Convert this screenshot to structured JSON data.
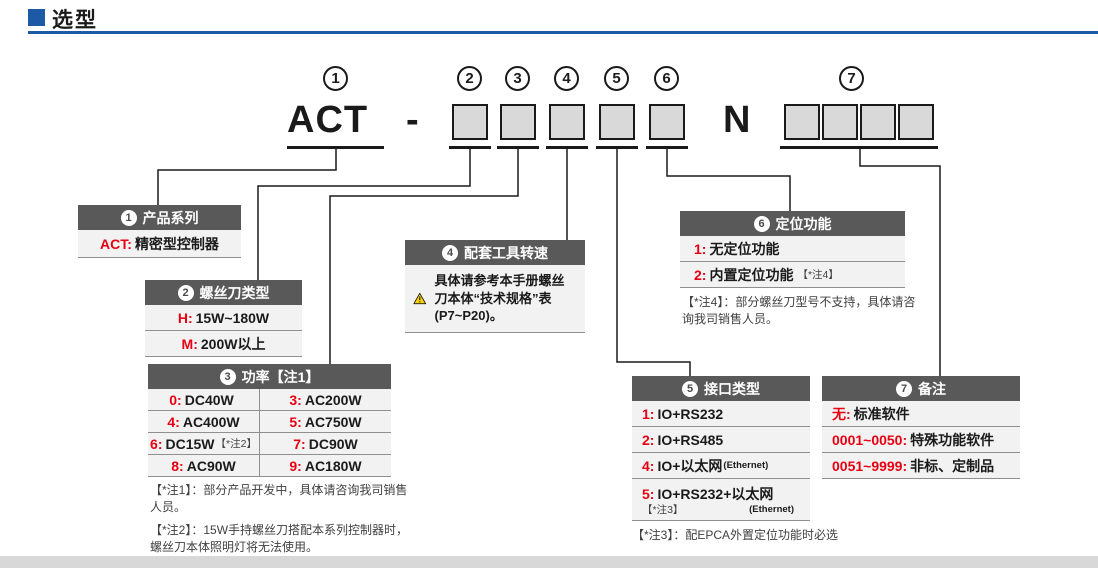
{
  "colors": {
    "accent_blue": "#1c5aa6",
    "key_red": "#e60012",
    "header_gray": "#595959",
    "body_gray": "#f2f2f2",
    "warning_yellow": "#ffd400"
  },
  "header": {
    "title": "选型"
  },
  "model": {
    "prefix": "ACT",
    "dash": "-",
    "separator": "N",
    "callouts": [
      "1",
      "2",
      "3",
      "4",
      "5",
      "6",
      "7"
    ]
  },
  "t1": {
    "num": "1",
    "title": "产品系列",
    "row": {
      "key": "ACT:",
      "value": "精密型控制器"
    }
  },
  "t2": {
    "num": "2",
    "title": "螺丝刀类型",
    "rows": [
      {
        "key": "H:",
        "value": "15W~180W"
      },
      {
        "key": "M:",
        "value": "200W以上"
      }
    ]
  },
  "t3": {
    "num": "3",
    "title": "功率【注1】",
    "rows": [
      [
        {
          "key": "0:",
          "value": "DC40W",
          "note": ""
        },
        {
          "key": "3:",
          "value": "AC200W",
          "note": ""
        }
      ],
      [
        {
          "key": "4:",
          "value": "AC400W",
          "note": ""
        },
        {
          "key": "5:",
          "value": "AC750W",
          "note": ""
        }
      ],
      [
        {
          "key": "6:",
          "value": "DC15W",
          "note": "【*注2】"
        },
        {
          "key": "7:",
          "value": "DC90W",
          "note": ""
        }
      ],
      [
        {
          "key": "8:",
          "value": "AC90W",
          "note": ""
        },
        {
          "key": "9:",
          "value": "AC180W",
          "note": ""
        }
      ]
    ],
    "notes": [
      "【*注1】：部分产品开发中，具体请咨询我司销售人员。",
      "【*注2】：15W手持螺丝刀搭配本系列控制器时，螺丝刀本体照明灯将无法使用。"
    ]
  },
  "t4": {
    "num": "4",
    "title": "配套工具转速",
    "warning_text": "具体请参考本手册螺丝刀本体“技术规格”表(P7~P20)。"
  },
  "t5": {
    "num": "5",
    "title": "接口类型",
    "rows": [
      {
        "key": "1:",
        "value": "IO+RS232",
        "small": "",
        "note": ""
      },
      {
        "key": "2:",
        "value": "IO+RS485",
        "small": "",
        "note": ""
      },
      {
        "key": "4:",
        "value": "IO+以太网",
        "small": "(Ethernet)",
        "note": ""
      },
      {
        "key": "5:",
        "value": "IO+RS232+以太网",
        "small": "(Ethernet)",
        "note": "【*注3】"
      }
    ],
    "footnote": "【*注3】：配EPCA外置定位功能时必选"
  },
  "t6": {
    "num": "6",
    "title": "定位功能",
    "rows": [
      {
        "key": "1:",
        "value": "无定位功能",
        "note": ""
      },
      {
        "key": "2:",
        "value": "内置定位功能",
        "note": "【*注4】"
      }
    ],
    "note": "【*注4】：部分螺丝刀型号不支持，具体请咨询我司销售人员。"
  },
  "t7": {
    "num": "7",
    "title": "备注",
    "rows": [
      {
        "key": "无:",
        "value": "标准软件"
      },
      {
        "key": "0001~0050:",
        "value": "特殊功能软件"
      },
      {
        "key": "0051~9999:",
        "value": "非标、定制品"
      }
    ]
  }
}
